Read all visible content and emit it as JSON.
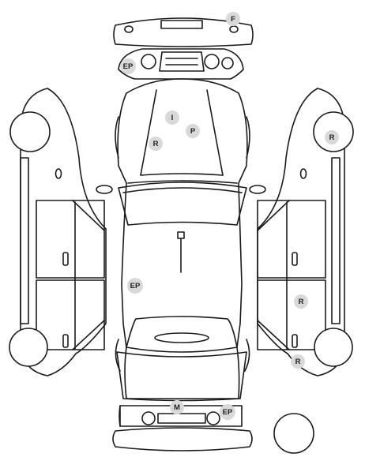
{
  "diagram": {
    "line_color": "#1a1a1a",
    "marker_color": "#d9d9d9",
    "markers": [
      {
        "id": "front-bumper-f",
        "label": "F"
      },
      {
        "id": "front-lights-ep",
        "label": "EP"
      },
      {
        "id": "windshield-i",
        "label": "I"
      },
      {
        "id": "windshield-p",
        "label": "P"
      },
      {
        "id": "windshield-r",
        "label": "R"
      },
      {
        "id": "right-front-wheel-r",
        "label": "R"
      },
      {
        "id": "roof-ep",
        "label": "EP"
      },
      {
        "id": "right-rear-door-r",
        "label": "R"
      },
      {
        "id": "right-rear-wheel-r",
        "label": "R"
      },
      {
        "id": "rear-m",
        "label": "M"
      },
      {
        "id": "rear-lights-ep",
        "label": "EP"
      }
    ]
  }
}
